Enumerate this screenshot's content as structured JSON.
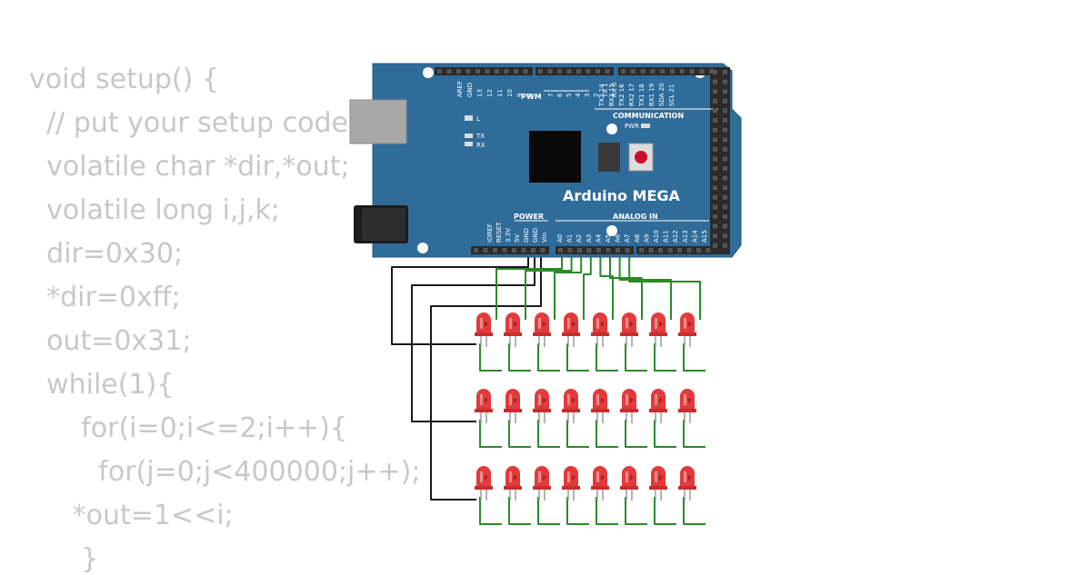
{
  "code": {
    "lines": [
      "void setup() {",
      "  // put your setup code here, to run once:",
      "  volatile char *dir,*out;",
      "  volatile long i,j,k;",
      "  dir=0x30;",
      "  *dir=0xff;",
      "  out=0x31;",
      "  while(1){",
      "      for(i=0;i<=2;i++){",
      "        for(j=0;j<400000;j++);",
      "     *out=1<<i;",
      "      }"
    ]
  },
  "board": {
    "name": "Arduino MEGA",
    "pwm_label": "PWM",
    "communication_label": "COMMUNICATION",
    "power_label": "POWER",
    "analog_label": "ANALOG IN",
    "pwr_label": "PWR",
    "l_label": "L",
    "tx_label": "TX",
    "rx_label": "RX",
    "top_pins_left": [
      "AREF",
      "GND",
      "13",
      "12",
      "11",
      "10",
      "9",
      "8"
    ],
    "top_pins_mid": [
      "7",
      "6",
      "5",
      "4",
      "3",
      "2",
      "TX 1",
      "RX 0"
    ],
    "top_pins_right": [
      "TX3 14",
      "RX3 15",
      "TX2 16",
      "RX2 17",
      "TX1 18",
      "RX1 19",
      "SDA 20",
      "SCL 21"
    ],
    "power_pins": [
      "IOREF",
      "RESET",
      "3.3V",
      "5V",
      "GND",
      "GND",
      "Vin"
    ],
    "analog_pins": [
      "A0",
      "A1",
      "A2",
      "A3",
      "A4",
      "A5",
      "A6",
      "A7",
      "A8",
      "A9",
      "A10",
      "A11",
      "A12",
      "A13",
      "A14",
      "A15"
    ],
    "colors": {
      "pcb": "#2f6c9a",
      "header": "#2b2b2b",
      "chip": "#0a0a0a",
      "usb": "#a8a8a8",
      "jack": "#1c1c1c"
    }
  },
  "leds": {
    "rows": 3,
    "cols": 8,
    "color": "#e23b3b"
  },
  "wires": {
    "ground_color": "#1a1a1a",
    "signal_color": "#2a8a2a"
  }
}
